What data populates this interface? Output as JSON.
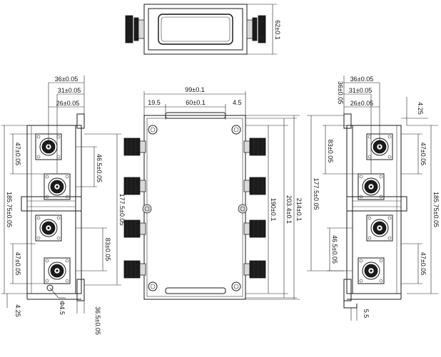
{
  "top_view": {
    "height_label": "62±0.1"
  },
  "front_view": {
    "width_label": "99±0.1",
    "inset_label": "19.5",
    "slot_label": "60±0.1",
    "edge_label": "4.5",
    "pitch_label": "190±0.1",
    "inner_height_label": "203.4±0.1",
    "outer_height_label": "214±0.1"
  },
  "left_view": {
    "offset_36_label": "36±0.05",
    "offset_31_label": "31±0.05",
    "offset_26_label": "26±0.05",
    "pitch_top_label": "47±0.05",
    "pitch_bottom_label": "47±0.05",
    "total_label": "185.75±0.05",
    "gap_label": "46.5±0.05",
    "center_label": "177.5±0.05",
    "span_label": "83±0.05",
    "hole_label": "Φ4.5",
    "flange_label": "4.25",
    "base_label": "36.5±0.05"
  },
  "right_view": {
    "offset_36_label": "36±0.05",
    "offset_31_label": "31±0.05",
    "offset_26_label": "26±0.05",
    "offset_36_vertical_label": "36±0.05",
    "flange_label": "4.25",
    "span_label": "83±0.05",
    "pitch_top_label": "47±0.05",
    "pitch_bottom_label": "47±0.05",
    "center_label": "177.5±0.05",
    "total_label": "185.75±0.05",
    "gap_label": "46.5±0.05",
    "foot_label": "5.5"
  }
}
